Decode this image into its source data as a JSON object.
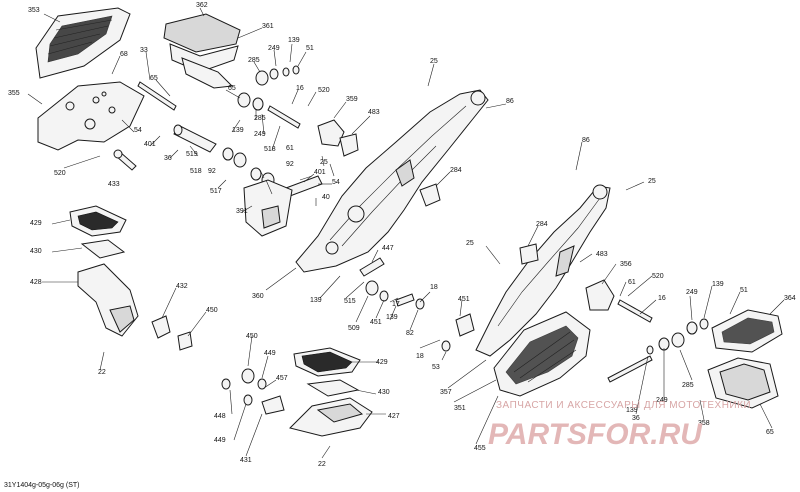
{
  "reference": "31Y1404g-05g-06g (ST)",
  "watermark": {
    "line1": "ЗАПЧАСТИ И АКСЕССУАРЫ ДЛЯ МОТОТЕХНИКИ",
    "line2": "PARTSFOR.RU"
  },
  "callouts": [
    {
      "id": "c353",
      "label": "353"
    },
    {
      "id": "c362",
      "label": "362"
    },
    {
      "id": "c361",
      "label": "361"
    },
    {
      "id": "c68",
      "label": "68"
    },
    {
      "id": "c33",
      "label": "33"
    },
    {
      "id": "c65a",
      "label": "65"
    },
    {
      "id": "c249a",
      "label": "249"
    },
    {
      "id": "c139a",
      "label": "139"
    },
    {
      "id": "c51a",
      "label": "51"
    },
    {
      "id": "c285a",
      "label": "285"
    },
    {
      "id": "c25a",
      "label": "25"
    },
    {
      "id": "c355",
      "label": "355"
    },
    {
      "id": "c65b",
      "label": "65"
    },
    {
      "id": "c520a",
      "label": "520"
    },
    {
      "id": "c16a",
      "label": "16"
    },
    {
      "id": "c359",
      "label": "359"
    },
    {
      "id": "c86a",
      "label": "86"
    },
    {
      "id": "c54a",
      "label": "54"
    },
    {
      "id": "c139b",
      "label": "139"
    },
    {
      "id": "c285b",
      "label": "285"
    },
    {
      "id": "c483a",
      "label": "483"
    },
    {
      "id": "c249b",
      "label": "249"
    },
    {
      "id": "c401a",
      "label": "401"
    },
    {
      "id": "c36a",
      "label": "36"
    },
    {
      "id": "c518a",
      "label": "518"
    },
    {
      "id": "c519",
      "label": "519"
    },
    {
      "id": "c61a",
      "label": "61"
    },
    {
      "id": "c518b",
      "label": "518"
    },
    {
      "id": "c92a",
      "label": "92"
    },
    {
      "id": "c92b",
      "label": "92"
    },
    {
      "id": "c520b",
      "label": "520"
    },
    {
      "id": "c25b",
      "label": "25"
    },
    {
      "id": "c433",
      "label": "433"
    },
    {
      "id": "c517",
      "label": "517"
    },
    {
      "id": "c401b",
      "label": "401"
    },
    {
      "id": "c54b",
      "label": "54"
    },
    {
      "id": "c40",
      "label": "40"
    },
    {
      "id": "c86b",
      "label": "86"
    },
    {
      "id": "c284a",
      "label": "284"
    },
    {
      "id": "c25c",
      "label": "25"
    },
    {
      "id": "c391",
      "label": "391"
    },
    {
      "id": "c429a",
      "label": "429"
    },
    {
      "id": "c430a",
      "label": "430"
    },
    {
      "id": "c428",
      "label": "428"
    },
    {
      "id": "c284b",
      "label": "284"
    },
    {
      "id": "c447",
      "label": "447"
    },
    {
      "id": "c25d",
      "label": "25"
    },
    {
      "id": "c483b",
      "label": "483"
    },
    {
      "id": "c356",
      "label": "356"
    },
    {
      "id": "c520c",
      "label": "520"
    },
    {
      "id": "c61b",
      "label": "61"
    },
    {
      "id": "c360",
      "label": "360"
    },
    {
      "id": "c139c",
      "label": "139"
    },
    {
      "id": "c515",
      "label": "515"
    },
    {
      "id": "c17",
      "label": "17"
    },
    {
      "id": "c18a",
      "label": "18"
    },
    {
      "id": "c451a",
      "label": "451"
    },
    {
      "id": "c16b",
      "label": "16"
    },
    {
      "id": "c249c",
      "label": "249"
    },
    {
      "id": "c139d",
      "label": "139"
    },
    {
      "id": "c51b",
      "label": "51"
    },
    {
      "id": "c364",
      "label": "364"
    },
    {
      "id": "c432",
      "label": "432"
    },
    {
      "id": "c450a",
      "label": "450"
    },
    {
      "id": "c509",
      "label": "509"
    },
    {
      "id": "c451b",
      "label": "451"
    },
    {
      "id": "c139e",
      "label": "139"
    },
    {
      "id": "c82",
      "label": "82"
    },
    {
      "id": "c18b",
      "label": "18"
    },
    {
      "id": "c53",
      "label": "53"
    },
    {
      "id": "c450b",
      "label": "450"
    },
    {
      "id": "c449a",
      "label": "449"
    },
    {
      "id": "c429b",
      "label": "429"
    },
    {
      "id": "c22a",
      "label": "22"
    },
    {
      "id": "c457",
      "label": "457"
    },
    {
      "id": "c357",
      "label": "357"
    },
    {
      "id": "c430b",
      "label": "430"
    },
    {
      "id": "c285c",
      "label": "285"
    },
    {
      "id": "c448",
      "label": "448"
    },
    {
      "id": "c427",
      "label": "427"
    },
    {
      "id": "c351",
      "label": "351"
    },
    {
      "id": "c36b",
      "label": "36"
    },
    {
      "id": "c139f",
      "label": "139"
    },
    {
      "id": "c249d",
      "label": "249"
    },
    {
      "id": "c358",
      "label": "358"
    },
    {
      "id": "c65c",
      "label": "65"
    },
    {
      "id": "c449b",
      "label": "449"
    },
    {
      "id": "c455",
      "label": "455"
    },
    {
      "id": "c431",
      "label": "431"
    },
    {
      "id": "c22b",
      "label": "22"
    }
  ]
}
